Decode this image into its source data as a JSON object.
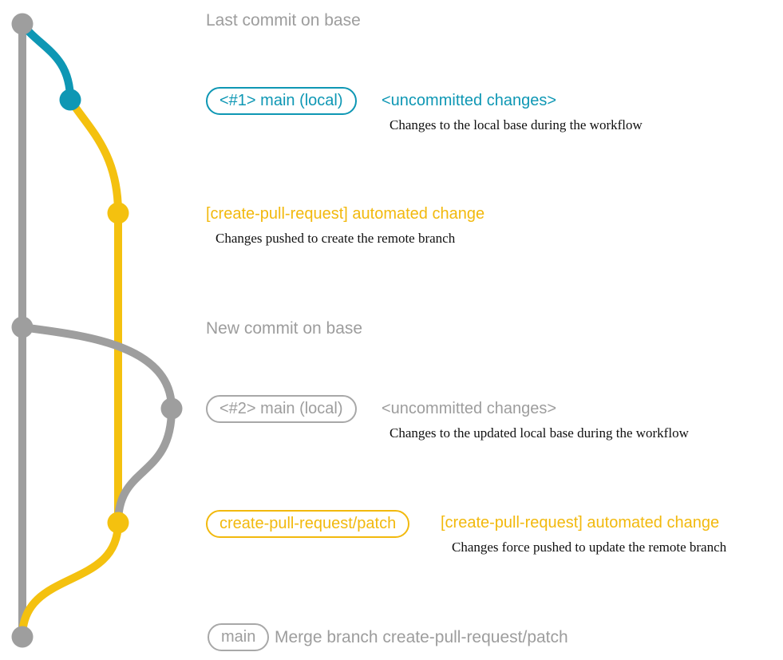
{
  "colors": {
    "gray": "#9e9e9e",
    "teal": "#0e97b4",
    "yellow": "#f4c10f",
    "desc_text": "#101010",
    "background": "#ffffff"
  },
  "graph": {
    "type": "git-commit-graph",
    "branches": [
      {
        "name": "base",
        "color": "#9e9e9e"
      },
      {
        "name": "main-local-1",
        "color": "#0e97b4"
      },
      {
        "name": "create-pull-request/patch",
        "color": "#f4c10f"
      },
      {
        "name": "main-local-2",
        "color": "#9e9e9e"
      }
    ],
    "commits": [
      {
        "id": "last-commit-on-base",
        "color": "#9e9e9e"
      },
      {
        "id": "main-local-1-uncommitted",
        "color": "#0e97b4"
      },
      {
        "id": "automated-change-1",
        "color": "#f4c10f"
      },
      {
        "id": "new-commit-on-base",
        "color": "#9e9e9e"
      },
      {
        "id": "main-local-2-uncommitted",
        "color": "#9e9e9e"
      },
      {
        "id": "automated-change-2",
        "color": "#f4c10f"
      },
      {
        "id": "merge-commit",
        "color": "#9e9e9e"
      }
    ]
  },
  "annotations": {
    "last_commit": "Last commit on base",
    "branch1_pill": "<#1> main (local)",
    "branch1_status": "<uncommitted changes>",
    "branch1_desc": "Changes to the local base during the workflow",
    "push1_label": "[create-pull-request] automated change",
    "push1_desc": "Changes pushed to create the remote branch",
    "new_commit": "New commit on base",
    "branch2_pill": "<#2> main (local)",
    "branch2_status": "<uncommitted changes>",
    "branch2_desc": "Changes to the updated local base during the workflow",
    "patch_pill": "create-pull-request/patch",
    "push2_label": "[create-pull-request] automated change",
    "push2_desc": "Changes force pushed to update the remote branch",
    "main_pill": "main",
    "merge_label": "Merge branch create-pull-request/patch"
  }
}
